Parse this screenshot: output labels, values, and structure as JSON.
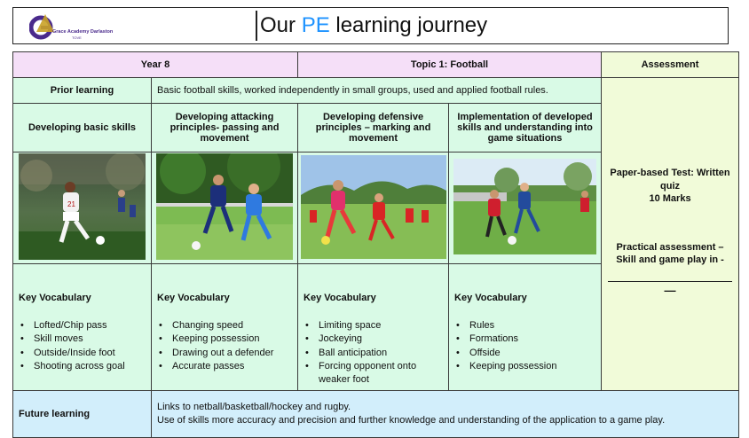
{
  "header": {
    "title_prefix": "Our ",
    "title_highlight": "PE",
    "title_suffix": " learning journey",
    "logo_text": "Grace Academy Darlaston",
    "logo_subtext": "TOVE"
  },
  "table": {
    "year_label": "Year 8",
    "topic_label": "Topic 1: Football",
    "assessment_label": "Assessment",
    "prior_label": "Prior learning",
    "prior_text": "Basic football skills, worked independently in small groups, used and applied football rules.",
    "columns": [
      {
        "heading": "Developing basic skills",
        "vocab_title": "Key Vocabulary",
        "vocab": [
          "Lofted/Chip pass",
          "Skill moves",
          "Outside/Inside foot",
          "Shooting across goal"
        ]
      },
      {
        "heading": "Developing attacking principles- passing and movement",
        "vocab_title": "Key Vocabulary",
        "vocab": [
          "Changing speed",
          "Keeping possession",
          "Drawing out a defender",
          "Accurate passes"
        ]
      },
      {
        "heading": "Developing defensive principles – marking and movement",
        "vocab_title": "Key Vocabulary",
        "vocab": [
          "Limiting space",
          "Jockeying",
          "Ball anticipation",
          "Forcing opponent onto weaker foot"
        ]
      },
      {
        "heading": "Implementation of developed skills and understanding into game situations",
        "vocab_title": "Key Vocabulary",
        "vocab": [
          "Rules",
          "Formations",
          "Offside",
          "Keeping possession"
        ]
      }
    ],
    "assessment": {
      "test_line1": "Paper-based Test: Written quiz",
      "test_line2": "10 Marks",
      "practical": "Practical assessment – Skill and game play in -",
      "dash": "—"
    },
    "future_label": "Future learning",
    "future_line1": "Links to netball/basketball/hockey and rugby.",
    "future_line2": "Use of skills more accuracy and precision and further knowledge and understanding of the application to a game play."
  },
  "colors": {
    "pink": "#f5dff8",
    "mint": "#d9fae6",
    "lime": "#f1fbd9",
    "blue": "#d2eefb",
    "title_accent": "#1f93ff",
    "logo_purple": "#4a2a8c",
    "logo_gold": "#c9a227"
  },
  "icons": {
    "logo": "grace-academy-logo-icon"
  }
}
